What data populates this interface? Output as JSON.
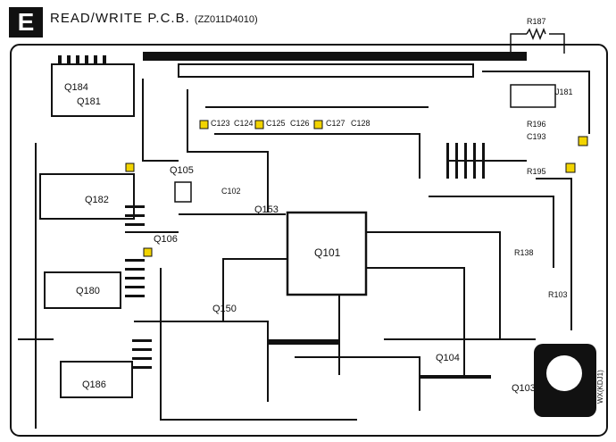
{
  "header": {
    "badge": "E",
    "title": "READ/WRITE P.C.B.",
    "code": "(ZZ011D4010)"
  },
  "side_text": "WX(KDJ1)",
  "colors": {
    "trace": "#111111",
    "board_bg": "#ffffff",
    "highlight": "#f2d400"
  },
  "components": {
    "r187": "R187",
    "q184": "Q184",
    "q181": "Q181",
    "q182": "Q182",
    "q105": "Q105",
    "q106": "Q106",
    "q180": "Q180",
    "q153": "Q153",
    "q101": "Q101",
    "q150": "Q150",
    "q104": "Q104",
    "q103": "Q103",
    "c102": "C102",
    "c123": "C123",
    "c124": "C124",
    "c125": "C125",
    "c126": "C126",
    "c127": "C127",
    "c128": "C128",
    "c193": "C193",
    "r196": "R196",
    "r195": "R195",
    "r103": "R103",
    "r138": "R138",
    "jp181": "J181"
  }
}
